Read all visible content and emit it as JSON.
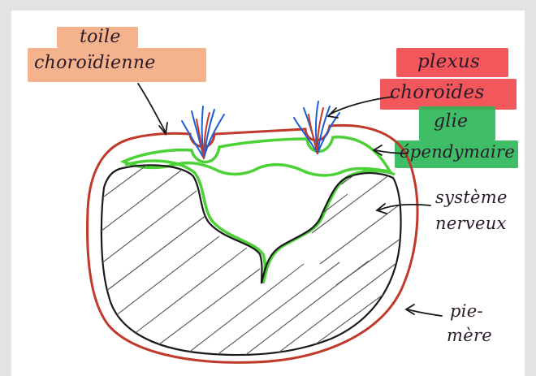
{
  "labels": {
    "toile_line1": "toile",
    "toile_line2": "choroïdienne",
    "plexus_line1": "plexus",
    "plexus_line2": "choroïdes",
    "glie_line1": "glie",
    "glie_line2": "épendymaire",
    "systeme_line1": "système",
    "systeme_line2": "nerveux",
    "pie_line1": "pie-",
    "pie_line2": "mère"
  },
  "colors": {
    "background": "#e3e3e3",
    "panel": "#ffffff",
    "pia_outline": "#c0392b",
    "glia_outline": "#4cd137",
    "nervous_outline": "#1a1a1a",
    "hatching": "#555555",
    "plexus_blue": "#1e5fd6",
    "plexus_red": "#c0392b",
    "highlight_orange": "#f2a679",
    "highlight_red": "#f0393f",
    "highlight_green": "#2bb657"
  }
}
